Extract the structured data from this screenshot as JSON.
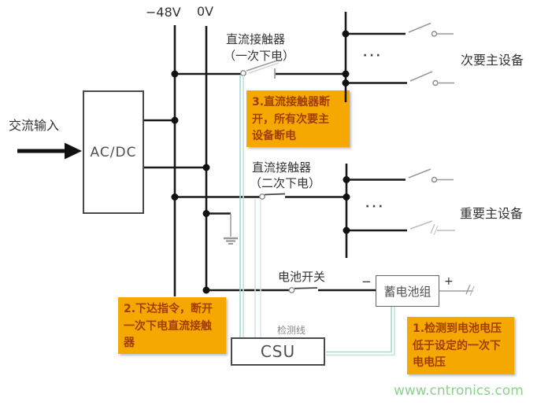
{
  "rails": {
    "neg48_label": "−48V",
    "zero_label": "0V"
  },
  "left": {
    "ac_input": "交流输入",
    "acdc": "AC/DC"
  },
  "contactors": {
    "primary": {
      "line1": "直流接触器",
      "line2": "（一次下电）"
    },
    "secondary": {
      "line1": "直流接触器",
      "line2": "（二次下电）"
    }
  },
  "equipment": {
    "secondary": "次要主设备",
    "primary": "重要主设备",
    "ellipsis": "···"
  },
  "battery": {
    "switch_label": "电池开关",
    "minus": "−",
    "name": "蓄电池组",
    "plus": "+"
  },
  "csu": {
    "name": "CSU",
    "detect_line": "检测线"
  },
  "callouts": {
    "step1": "1.检测到电池电压\n低于设定的一次下\n电电压",
    "step2": "2.下达指令，断开\n一次下电直流接触\n器",
    "step3": "3.直流接触器断\n开，所有次要主\n设备断电"
  },
  "watermark": "www.cntronics.com",
  "colors": {
    "line": "#1a1a1a",
    "callout_bg": "#f5a800",
    "callout_text": "#a33c00",
    "teal": "#a9d9d0",
    "lightblue": "#cfe0e8",
    "watermark_green": "#8cd08c"
  }
}
